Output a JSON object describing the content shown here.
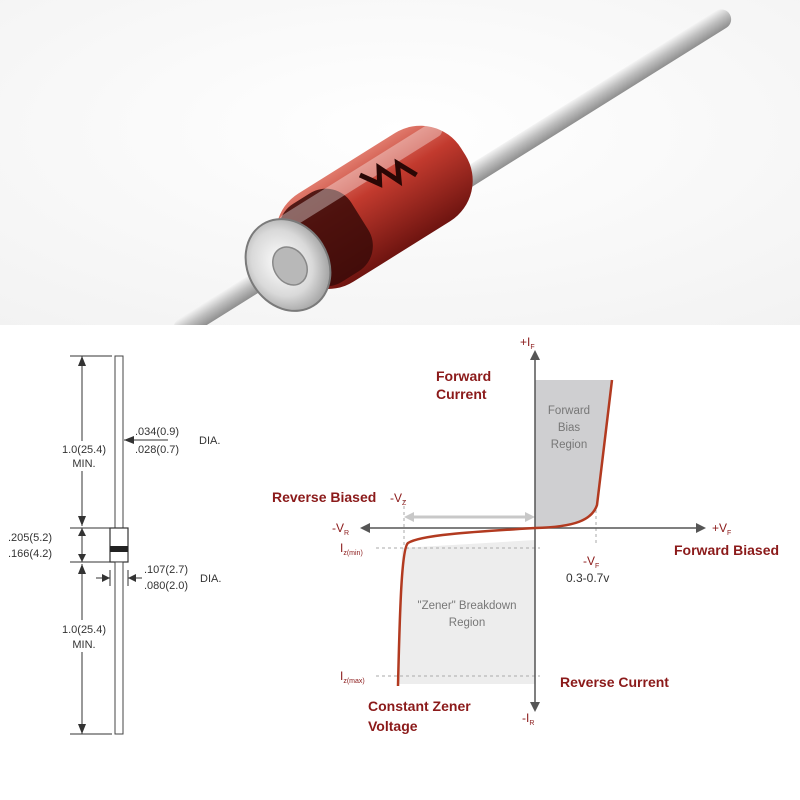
{
  "dimensions": {
    "lead_length": "1.0(25.4)",
    "lead_min": "MIN.",
    "lead_length_bottom": "1.0(25.4)",
    "lead_min_bottom": "MIN.",
    "lead_dia_max": ".034(0.9)",
    "lead_dia_min": ".028(0.7)",
    "lead_dia_unit": "DIA.",
    "body_len_max": ".205(5.2)",
    "body_len_min": ".166(4.2)",
    "body_dia_max": ".107(2.7)",
    "body_dia_min": ".080(2.0)",
    "body_dia_unit": "DIA."
  },
  "iv_curve": {
    "axis_plus_i": "+I",
    "axis_plus_i_sub": "F",
    "axis_minus_i": "-I",
    "axis_minus_i_sub": "R",
    "axis_plus_v": "+V",
    "axis_plus_v_sub": "F",
    "axis_minus_v": "-V",
    "axis_minus_v_sub": "R",
    "forward_current_line1": "Forward",
    "forward_current_line2": "Current",
    "forward_bias_line1": "Forward",
    "forward_bias_line2": "Bias",
    "forward_bias_line3": "Region",
    "reverse_biased": "Reverse Biased",
    "vz_label": "-V",
    "vz_sub": "Z",
    "forward_biased": "Forward Biased",
    "vf_label": "-V",
    "vf_sub": "F",
    "vf_range": "0.3-0.7v",
    "iz_min": "I",
    "iz_min_sub": "z(min)",
    "iz_max": "I",
    "iz_max_sub": "z(max)",
    "zener_line1": "\"Zener\" Breakdown",
    "zener_line2": "Region",
    "reverse_current": "Reverse Current",
    "constant_zener_line1": "Constant Zener",
    "constant_zener_line2": "Voltage"
  },
  "colors": {
    "curve": "#b23a20",
    "label_red": "#8b1a1a",
    "forward_region": "#cfcfd1",
    "zener_region": "#ededed",
    "diode_body": "#c23a2e"
  }
}
